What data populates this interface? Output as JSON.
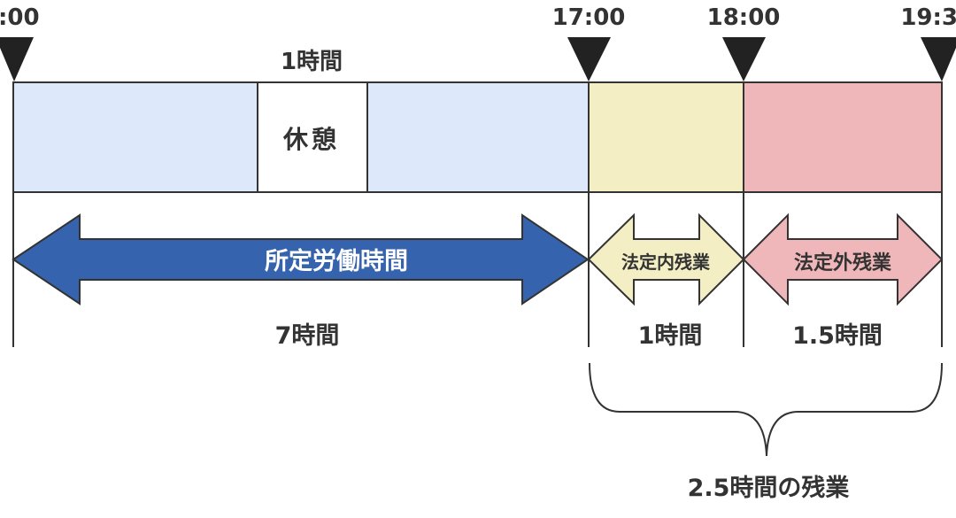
{
  "times": {
    "start": ":00",
    "t1700": "17:00",
    "t1800": "18:00",
    "end": "19:3"
  },
  "break_duration": "1時間",
  "break_label": "休憩",
  "regular": {
    "label": "所定労働時間",
    "duration": "7時間"
  },
  "legal_inner_overtime": {
    "label": "法定内残業",
    "duration": "1時間"
  },
  "legal_outer_overtime": {
    "label": "法定外残業",
    "duration": "1.5時間"
  },
  "total_overtime": "2.5時間の残業",
  "colors": {
    "regular_fill": "#dde8fb",
    "break_fill": "#ffffff",
    "inner_fill": "#f3eec3",
    "outer_fill": "#f0b7ba",
    "regular_arrow": "#3563ad",
    "outline": "#333333",
    "marker": "#222222"
  }
}
